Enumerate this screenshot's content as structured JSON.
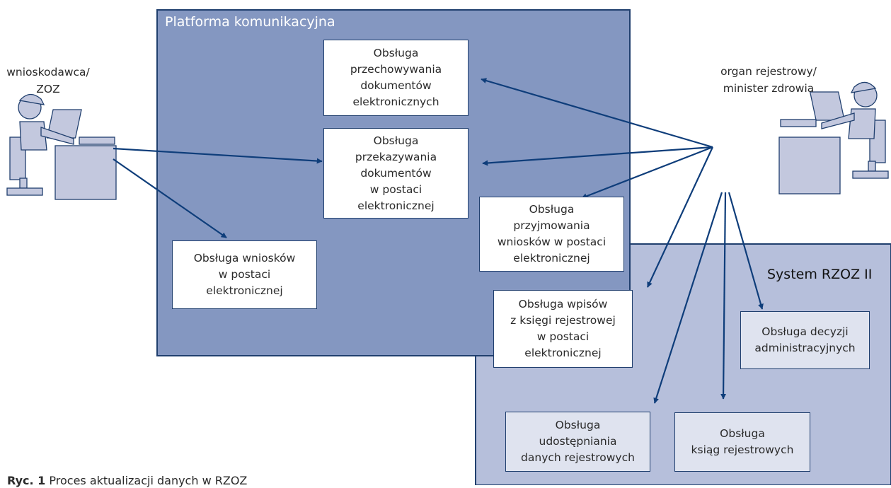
{
  "platform": {
    "title": "Platforma komunikacyjna",
    "color": "#8497c1"
  },
  "rzoz": {
    "title": "System RZOZ II",
    "color": "#b6bfdb"
  },
  "actors": {
    "applicant": "wnioskodawca/\nZOZ",
    "registry": "organ rejestrowy/\nminister zdrowia"
  },
  "boxes": {
    "storage": "Obsługa\nprzechowywania\ndokumentów\nelektronicznych",
    "transfer": "Obsługa\nprzekazywania\ndokumentów\nw postaci\nelektronicznej",
    "applications": "Obsługa wniosków\nw postaci\nelektronicznej",
    "receiving": "Obsługa\nprzyjmowania\nwniosków w postaci\nelektronicznej",
    "entries": "Obsługa wpisów\nz księgi rejestrowej\nw postaci\nelektronicznej",
    "decisions": "Obsługa decyzji\nadministracyjnych",
    "sharing": "Obsługa\nudostępniania\ndanych rejestrowych",
    "books": "Obsługa\nksiąg rejestrowych"
  },
  "caption": {
    "label": "Ryc. 1",
    "text": " Proces aktualizacji danych w RZOZ"
  },
  "colors": {
    "arrow": "#0e3d7a",
    "frame": "#203f6e",
    "figure": "#c3c8de"
  }
}
